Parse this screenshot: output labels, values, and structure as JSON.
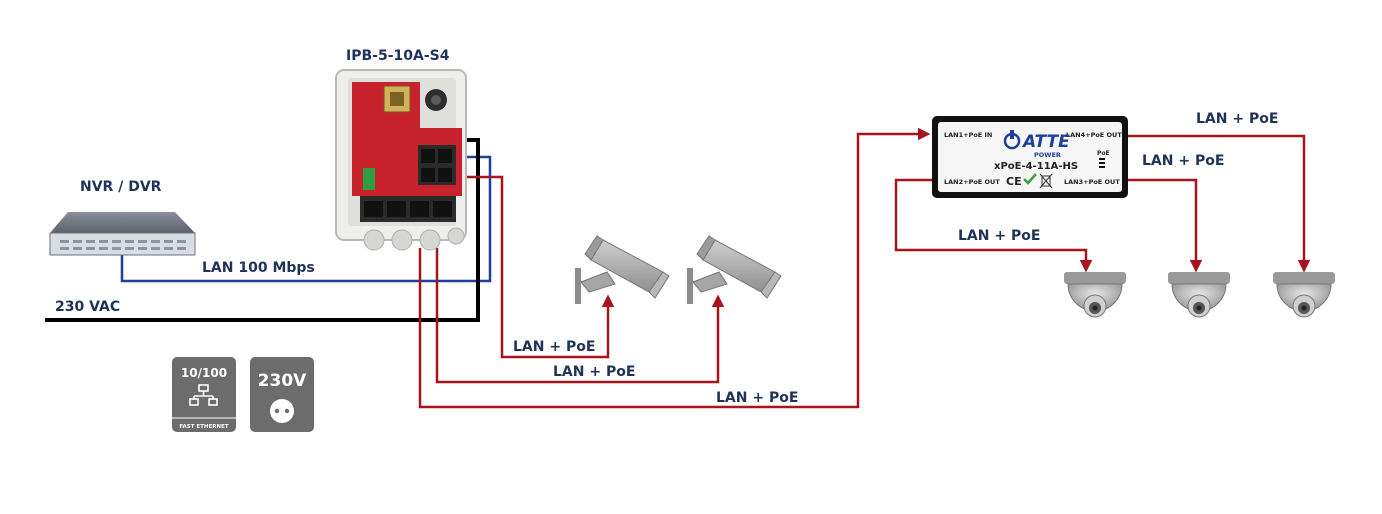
{
  "devices": {
    "switch_title": "IPB-5-10A-S4",
    "nvr_label": "NVR / DVR",
    "lan_100_label": "LAN 100 Mbps",
    "vac_label": "230 VAC",
    "extender": {
      "brand": "ATTE",
      "brand_sub": "POWER",
      "model": "xPoE-4-11A-HS",
      "port_lan1": "LAN1+PoE IN",
      "port_lan2": "LAN2+PoE OUT",
      "port_lan3": "LAN3+PoE OUT",
      "port_lan4": "LAN4+PoE OUT",
      "poe_tag": "PoE",
      "ce_mark": "CE"
    }
  },
  "connections": {
    "poe_cam1": "LAN + PoE",
    "poe_cam2": "LAN + PoE",
    "poe_extender": "LAN + PoE",
    "poe_out2": "LAN + PoE",
    "poe_out3": "LAN + PoE",
    "poe_out4": "LAN + PoE"
  },
  "badges": {
    "ethernet_speed": "10/100",
    "ethernet_caption": "FAST ETHERNET",
    "voltage": "230V"
  },
  "colors": {
    "lan_blue": "#1f3f9a",
    "power_black": "#000000",
    "poe_red": "#a7141d",
    "label_navy": "#1f3358",
    "badge_gray": "#6c6c6c"
  }
}
